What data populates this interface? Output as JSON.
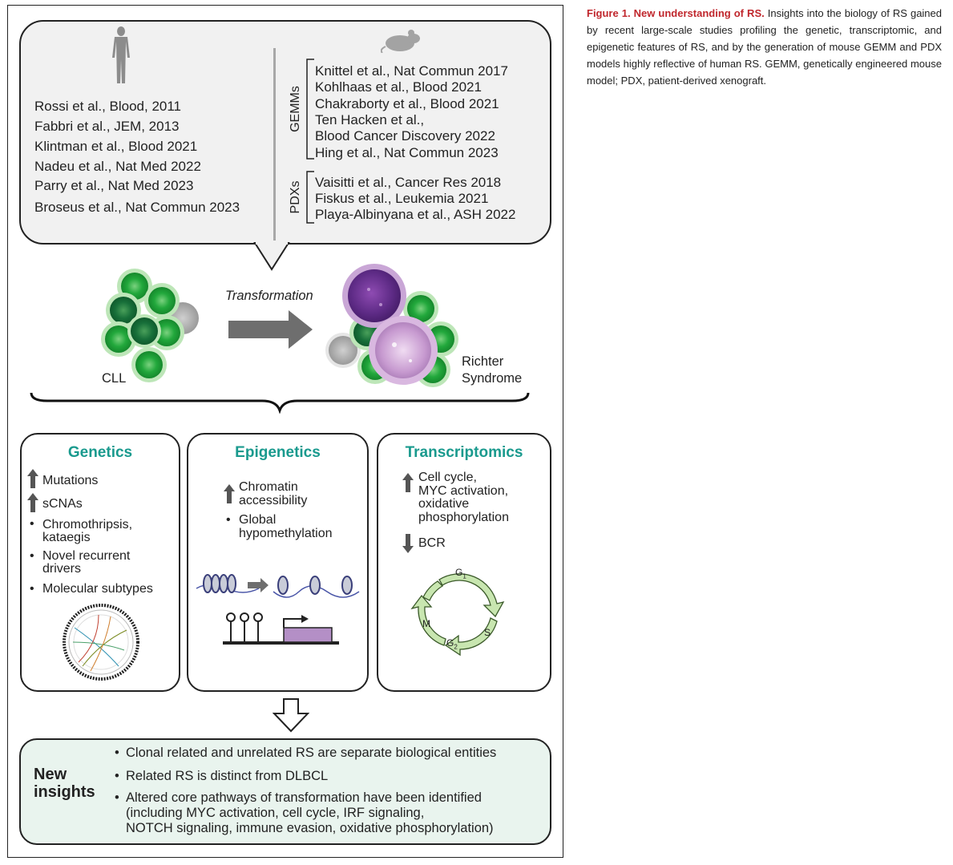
{
  "caption": {
    "title": "Figure 1. New understanding of RS.",
    "body": "Insights into the biology of RS gained by recent large-scale studies profiling the genetic, transcriptomic, and epigenetic features of RS, and by the generation of mouse GEMM and PDX models highly reflective of human RS. GEMM, genetically engineered mouse model; PDX, patient-derived xenograft."
  },
  "human_refs": [
    "Rossi et al., Blood, 2011",
    "Fabbri et al., JEM, 2013",
    "Klintman et al., Blood 2021",
    "Nadeu et al., Nat Med 2022",
    "Parry et al., Nat Med 2023",
    "Broseus et al., Nat Commun 2023"
  ],
  "gemm_label": "GEMMs",
  "gemm_refs": [
    "Knittel et al., Nat Commun 2017",
    "Kohlhaas et al., Blood 2021",
    "Chakraborty et al., Blood 2021",
    "Ten Hacken et al.,",
    "Blood Cancer Discovery 2022",
    "Hing et al., Nat Commun 2023"
  ],
  "pdx_label": "PDXs",
  "pdx_refs": [
    "Vaisitti et al., Cancer Res 2018",
    "Fiskus et al., Leukemia 2021",
    "Playa-Albinyana et al., ASH 2022"
  ],
  "transformation": {
    "label": "Transformation",
    "left_label": "CLL",
    "right_label_1": "Richter",
    "right_label_2": "Syndrome"
  },
  "genetics": {
    "title": "Genetics",
    "up_items": [
      "Mutations",
      "sCNAs"
    ],
    "bullets": [
      [
        "Chromothripsis,",
        "kataegis"
      ],
      [
        "Novel recurrent",
        "drivers"
      ],
      [
        "Molecular subtypes"
      ]
    ]
  },
  "epigenetics": {
    "title": "Epigenetics",
    "up_item": [
      "Chromatin",
      "accessibility"
    ],
    "bullet": [
      "Global",
      "hypomethylation"
    ]
  },
  "transcriptomics": {
    "title": "Transcriptomics",
    "up_item": [
      "Cell cycle,",
      "MYC activation,",
      "oxidative",
      "phosphorylation"
    ],
    "down_item": "BCR",
    "cycle_labels": {
      "g1": "G",
      "g1_sub": "1",
      "s": "S",
      "g2": "G",
      "g2_sub": "2",
      "m": "M"
    }
  },
  "insights": {
    "heading_1": "New",
    "heading_2": "insights",
    "points": [
      [
        "Clonal related and unrelated RS are separate biological entities"
      ],
      [
        "Related RS is distinct from DLBCL"
      ],
      [
        "Altered core pathways of transformation have been identified",
        "(including MYC activation, cell cycle, IRF signaling,",
        "NOTCH signaling, immune evasion, oxidative phosphorylation)"
      ]
    ]
  },
  "colors": {
    "accent_teal": "#1a9a8e",
    "caption_red": "#c0272d",
    "cell_green": "#1fa33a",
    "rs_purple": "#7b3f9e",
    "insights_bg": "#e9f4ee"
  }
}
